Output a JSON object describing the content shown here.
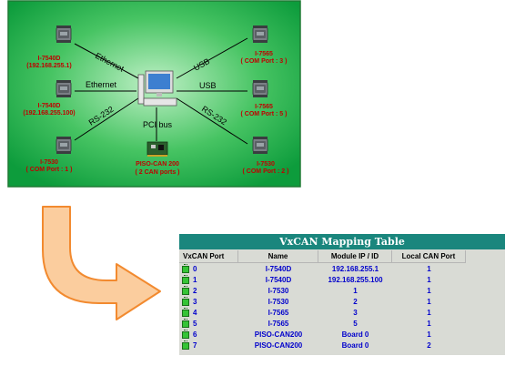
{
  "colors": {
    "network_bg": "#0d9c3c",
    "network_border": "#1f7a34",
    "device_label": "#c00000",
    "arrow_fill": "#fbcd9e",
    "arrow_stroke": "#f28a2f",
    "table_title_bg": "#1a867d",
    "table_value": "#0000cc"
  },
  "network": {
    "links": {
      "ethernet_upper": "Ethernet",
      "ethernet_lower": "Ethernet",
      "rs232_left": "RS-232",
      "usb_upper": "USB",
      "usb_lower": "USB",
      "rs232_right": "RS-232",
      "pci_bus": "PCI bus"
    },
    "devices": {
      "left_top": {
        "name": "I-7540D",
        "detail": "(192.168.255.1)"
      },
      "left_middle": {
        "name": "I-7540D",
        "detail": "(192.168.255.100)"
      },
      "left_bottom": {
        "name": "I-7530",
        "detail": "( COM Port : 1 )"
      },
      "right_top": {
        "name": "I-7565",
        "detail": "( COM Port : 3 )"
      },
      "right_middle": {
        "name": "I-7565",
        "detail": "( COM Port : 5 )"
      },
      "right_bottom": {
        "name": "I-7530",
        "detail": "( COM Port : 2 )"
      },
      "pci_card": {
        "name": "PISO-CAN 200",
        "detail": "( 2 CAN ports )"
      }
    }
  },
  "mapping_table": {
    "title": "VxCAN Mapping Table",
    "headers": {
      "port": "VxCAN Port",
      "name": "Name",
      "module": "Module IP / ID",
      "local_can": "Local CAN Port"
    },
    "rows": [
      {
        "port": "0",
        "name": "I-7540D",
        "module": "192.168.255.1",
        "local_can": "1"
      },
      {
        "port": "1",
        "name": "I-7540D",
        "module": "192.168.255.100",
        "local_can": "1"
      },
      {
        "port": "2",
        "name": "I-7530",
        "module": "1",
        "local_can": "1"
      },
      {
        "port": "3",
        "name": "I-7530",
        "module": "2",
        "local_can": "1"
      },
      {
        "port": "4",
        "name": "I-7565",
        "module": "3",
        "local_can": "1"
      },
      {
        "port": "5",
        "name": "I-7565",
        "module": "5",
        "local_can": "1"
      },
      {
        "port": "6",
        "name": "PISO-CAN200",
        "module": "Board 0",
        "local_can": "1"
      },
      {
        "port": "7",
        "name": "PISO-CAN200",
        "module": "Board 0",
        "local_can": "2"
      }
    ]
  }
}
